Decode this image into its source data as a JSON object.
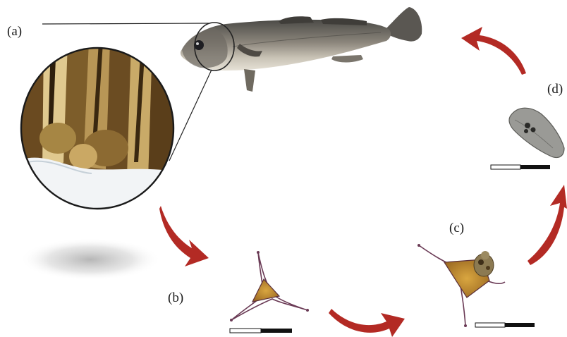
{
  "panels": {
    "a": {
      "label": "(a)"
    },
    "b": {
      "label": "(b)"
    },
    "c": {
      "label": "(c)"
    },
    "d": {
      "label": "(d)"
    }
  },
  "colors": {
    "arrow": "#b32a24",
    "scale_dark": "#111111",
    "fish_body": "#8a8378",
    "fish_belly": "#d7d2c8",
    "organism_fill": "#c9922e",
    "organism_outline": "#6a3a55",
    "parasite": "#9a9a96"
  },
  "icons": [
    "fish-image",
    "gill-magnified-icon",
    "curved-arrow-icon",
    "parasite-triangle-icon",
    "parasite-cluster-icon",
    "ciliate-icon",
    "scale-bar-icon"
  ]
}
